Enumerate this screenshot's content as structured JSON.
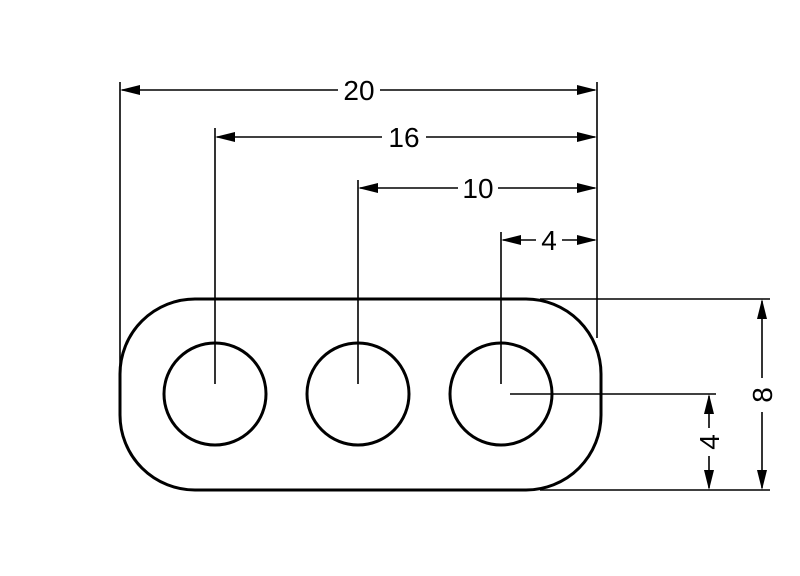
{
  "drawing": {
    "dimensions": {
      "overall_length": "20",
      "hole1_offset": "16",
      "hole2_offset": "10",
      "hole3_offset": "4",
      "overall_height": "8",
      "hole_height": "4"
    }
  }
}
